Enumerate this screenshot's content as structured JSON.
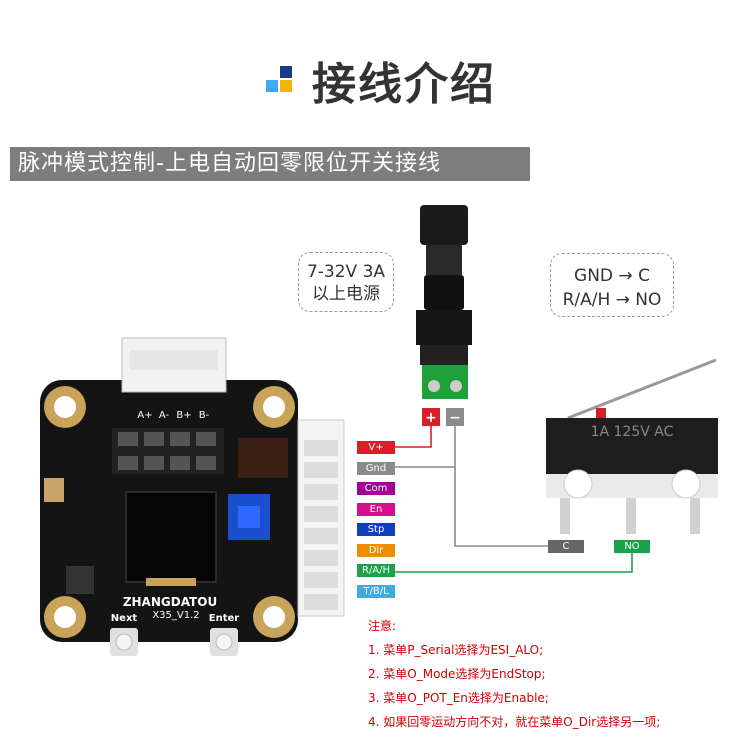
{
  "header": {
    "title": "接线介绍",
    "icon": "squares-icon",
    "icon_colors": [
      "#1a3a8a",
      "#f2b400",
      "#3fa9f5"
    ]
  },
  "section": {
    "title": "脉冲模式控制-上电自动回零限位开关接线"
  },
  "power_note": {
    "line1": "7-32V 3A",
    "line2": "以上电源"
  },
  "switch_note": {
    "line1": "GND → C",
    "line2": "R/A/H → NO"
  },
  "board": {
    "brand": "ZHANGDATOU",
    "version": "X35_V1.2",
    "motor_pins": [
      "A+",
      "A-",
      "B+",
      "B-"
    ],
    "buttons": [
      "Next",
      "Enter"
    ]
  },
  "jack": {
    "plus": "+",
    "minus": "−"
  },
  "pins": [
    {
      "label": "V+",
      "color": "#d61f26"
    },
    {
      "label": "Gnd",
      "color": "#8a8a8a"
    },
    {
      "label": "Com",
      "color": "#a3009a"
    },
    {
      "label": "En",
      "color": "#d6108a"
    },
    {
      "label": "Stp",
      "color": "#1040c0"
    },
    {
      "label": "Dir",
      "color": "#f08c00"
    },
    {
      "label": "R/A/H",
      "color": "#1aa34a"
    },
    {
      "label": "T/B/L",
      "color": "#3fa9e0"
    }
  ],
  "switch": {
    "body_text": "1A 125V AC",
    "tag_c": "C",
    "tag_no": "NO",
    "tag_c_color": "#666666",
    "tag_no_color": "#1aa34a"
  },
  "notes": {
    "heading": "注意:",
    "items": [
      "1. 菜单P_Serial选择为ESI_ALO;",
      "2. 菜单O_Mode选择为EndStop;",
      "3. 菜单O_POT_En选择为Enable;",
      "4. 如果回零运动方向不对，就在菜单O_Dir选择另一项;"
    ]
  }
}
